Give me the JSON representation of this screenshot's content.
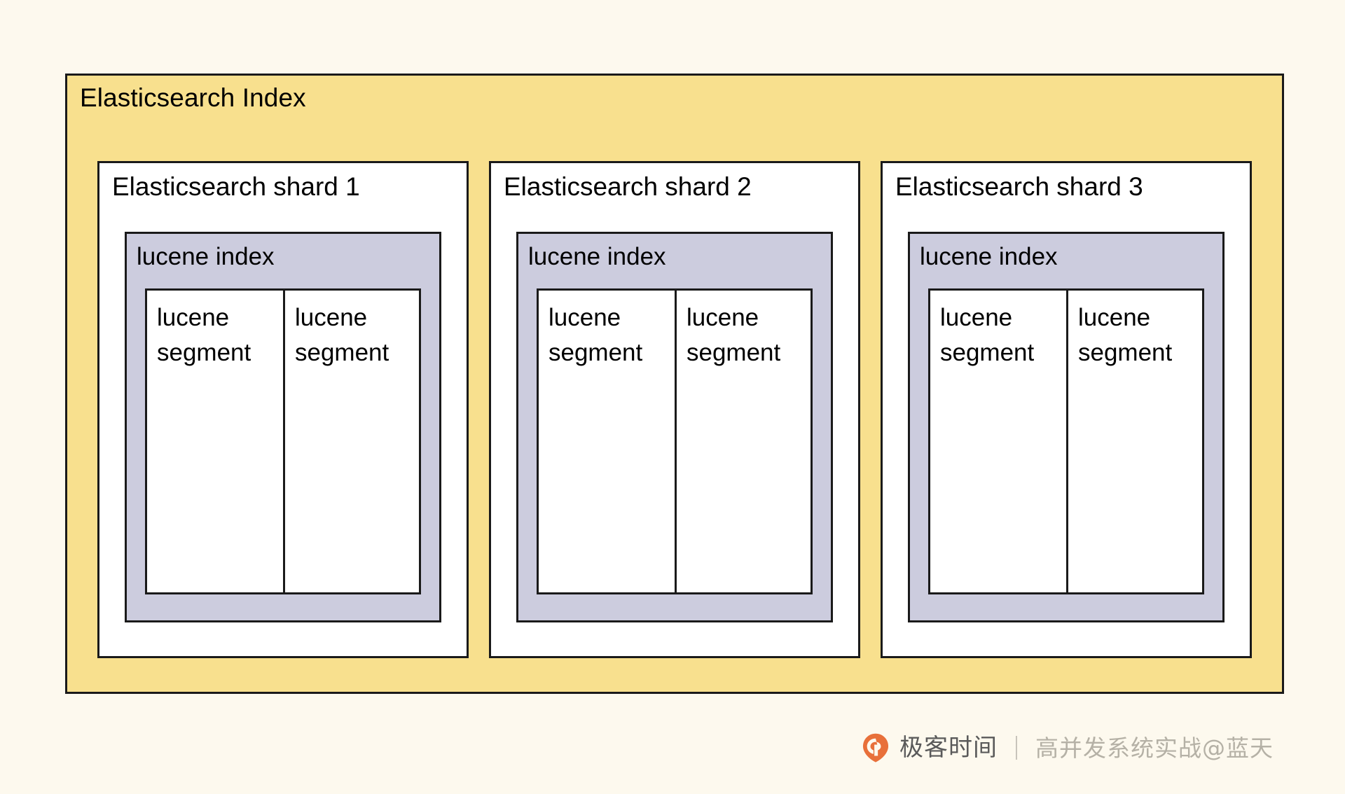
{
  "diagram": {
    "title": "Elasticsearch Index",
    "container_color": "#f8e08e",
    "page_background": "#fdf9ee",
    "border_color": "#1a1a1a",
    "shards": [
      {
        "title": "Elasticsearch shard 1",
        "background": "#ffffff",
        "lucene_index": {
          "title": "lucene index",
          "background": "#ccccde",
          "segments": [
            {
              "label": "lucene\nsegment"
            },
            {
              "label": "lucene\nsegment"
            }
          ]
        }
      },
      {
        "title": "Elasticsearch shard 2",
        "background": "#ffffff",
        "lucene_index": {
          "title": "lucene index",
          "background": "#ccccde",
          "segments": [
            {
              "label": "lucene\nsegment"
            },
            {
              "label": "lucene\nsegment"
            }
          ]
        }
      },
      {
        "title": "Elasticsearch shard 3",
        "background": "#ffffff",
        "lucene_index": {
          "title": "lucene index",
          "background": "#ccccde",
          "segments": [
            {
              "label": "lucene\nsegment"
            },
            {
              "label": "lucene\nsegment"
            }
          ]
        }
      }
    ]
  },
  "watermark": {
    "logo_icon": "geekbang-logo-icon",
    "logo_color": "#e8703a",
    "brand": "极客时间",
    "brand_color": "#5a5a5a",
    "separator": "|",
    "subtitle": "高并发系统实战@蓝天",
    "subtitle_color": "#b5b1a6"
  }
}
